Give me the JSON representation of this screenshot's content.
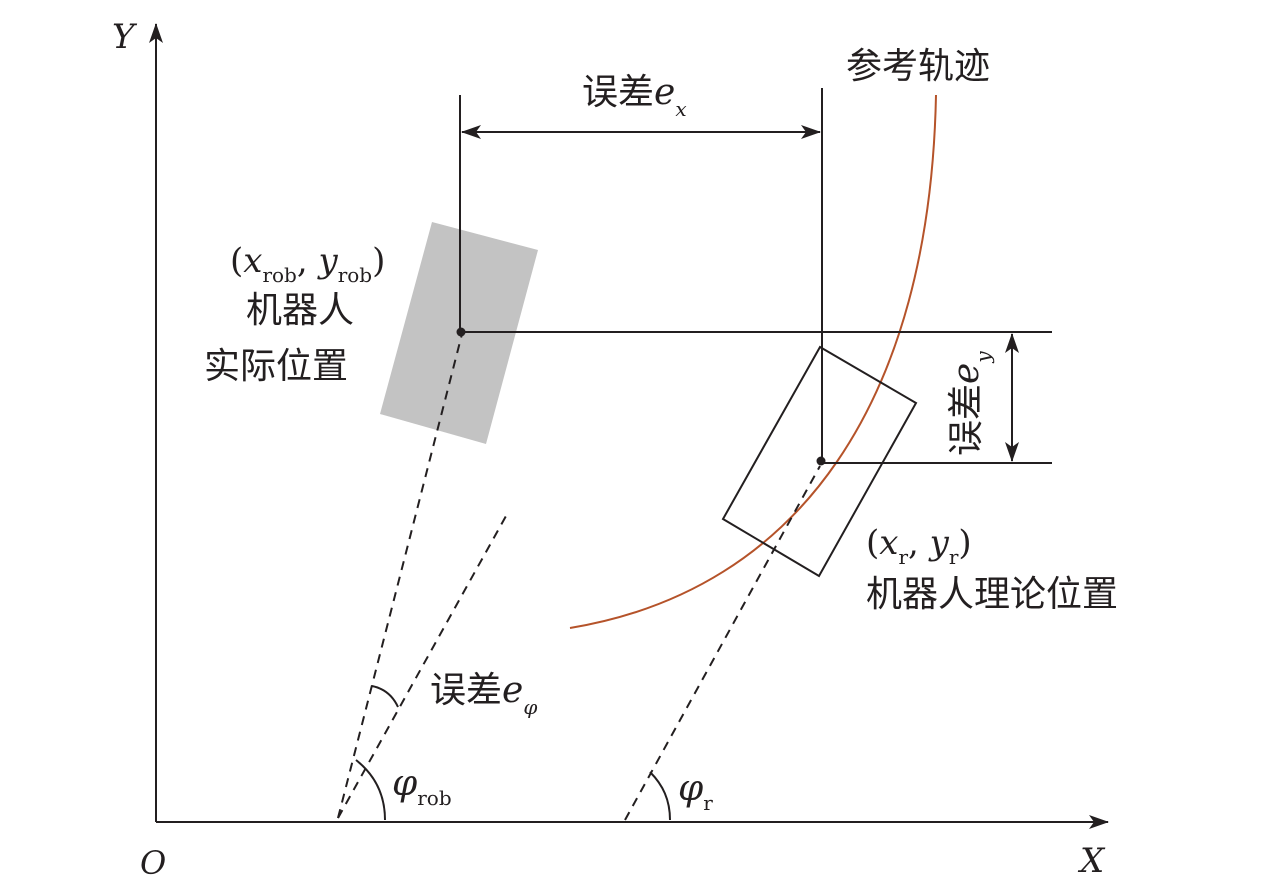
{
  "axes": {
    "x_label": "X",
    "y_label": "Y",
    "origin_label": "O"
  },
  "reference_trajectory": {
    "label": "参考轨迹",
    "color": "#b5532a"
  },
  "error_x": {
    "prefix": "误差",
    "symbol": "e",
    "subscript": "x"
  },
  "error_y": {
    "prefix": "误差",
    "symbol": "e",
    "subscript": "y"
  },
  "error_phi": {
    "prefix": "误差",
    "symbol": "e",
    "subscript": "φ"
  },
  "robot_actual": {
    "coord_open": "(",
    "x_symbol": "x",
    "x_subscript": "rob",
    "separator": ", ",
    "y_symbol": "y",
    "y_subscript": "rob",
    "coord_close": ")",
    "line1": "机器人",
    "line2": "实际位置",
    "fill_color": "#c3c3c3"
  },
  "robot_theory": {
    "coord_open": "(",
    "x_symbol": "x",
    "x_subscript": "r",
    "separator": ", ",
    "y_symbol": "y",
    "y_subscript": "r",
    "coord_close": ")",
    "line1": "机器人理论位置"
  },
  "angle_rob": {
    "symbol": "φ",
    "subscript": "rob"
  },
  "angle_r": {
    "symbol": "φ",
    "subscript": "r"
  },
  "line_color": "#231f20"
}
